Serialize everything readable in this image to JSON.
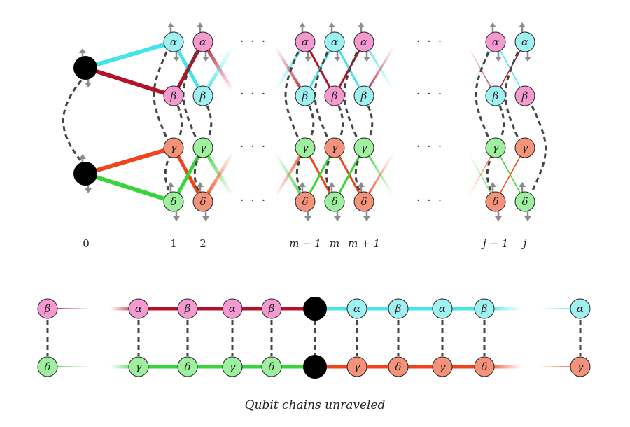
{
  "colors": {
    "cyan": "#9ff0f0",
    "pink": "#f59ad0",
    "green": "#9ef09e",
    "salmon": "#f5927a",
    "edge_cyan": "#45e3ea",
    "edge_red": "#b3132a",
    "edge_orange": "#f0451a",
    "edge_green": "#37d43a",
    "dashed": "#444444",
    "arrow": "#8c8c8c",
    "hub": "#000000"
  },
  "symbols": {
    "alpha": "α",
    "beta": "β",
    "gamma": "γ",
    "delta": "δ"
  },
  "columns": {
    "labels": [
      "0",
      "1",
      "2",
      "m − 1",
      "m",
      "m + 1",
      "j − 1",
      "j"
    ],
    "ellipsis": "· · ·"
  },
  "caption": "Qubit chains unraveled"
}
